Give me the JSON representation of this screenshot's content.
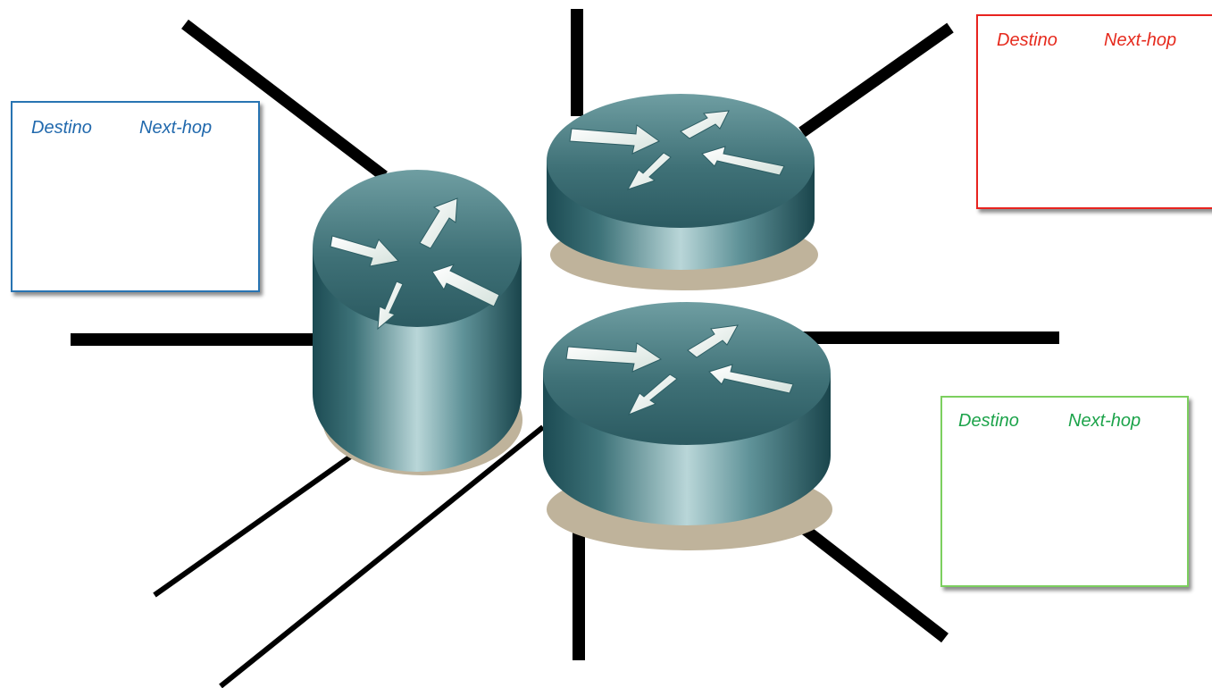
{
  "diagram": {
    "routers": [
      {
        "id": "router-left",
        "shape": "cylinder-icon"
      },
      {
        "id": "router-top-right",
        "shape": "router-icon"
      },
      {
        "id": "router-bottom-right",
        "shape": "router-icon"
      }
    ],
    "link_style": "thick-black-line"
  },
  "tables": {
    "blue": {
      "dest_label": "Destino",
      "nexthop_label": "Next-hop",
      "color": "#2169ad"
    },
    "red": {
      "dest_label": "Destino",
      "nexthop_label": "Next-hop",
      "color": "#e62a1d"
    },
    "green": {
      "dest_label": "Destino",
      "nexthop_label": "Next-hop",
      "color": "#1ca34a"
    }
  },
  "colors": {
    "router_dark": "#1b4a52",
    "router_light": "#b9d6d8",
    "router_shadow": "#bfb39b",
    "arrow": "#edf3ef",
    "link": "#000000"
  }
}
